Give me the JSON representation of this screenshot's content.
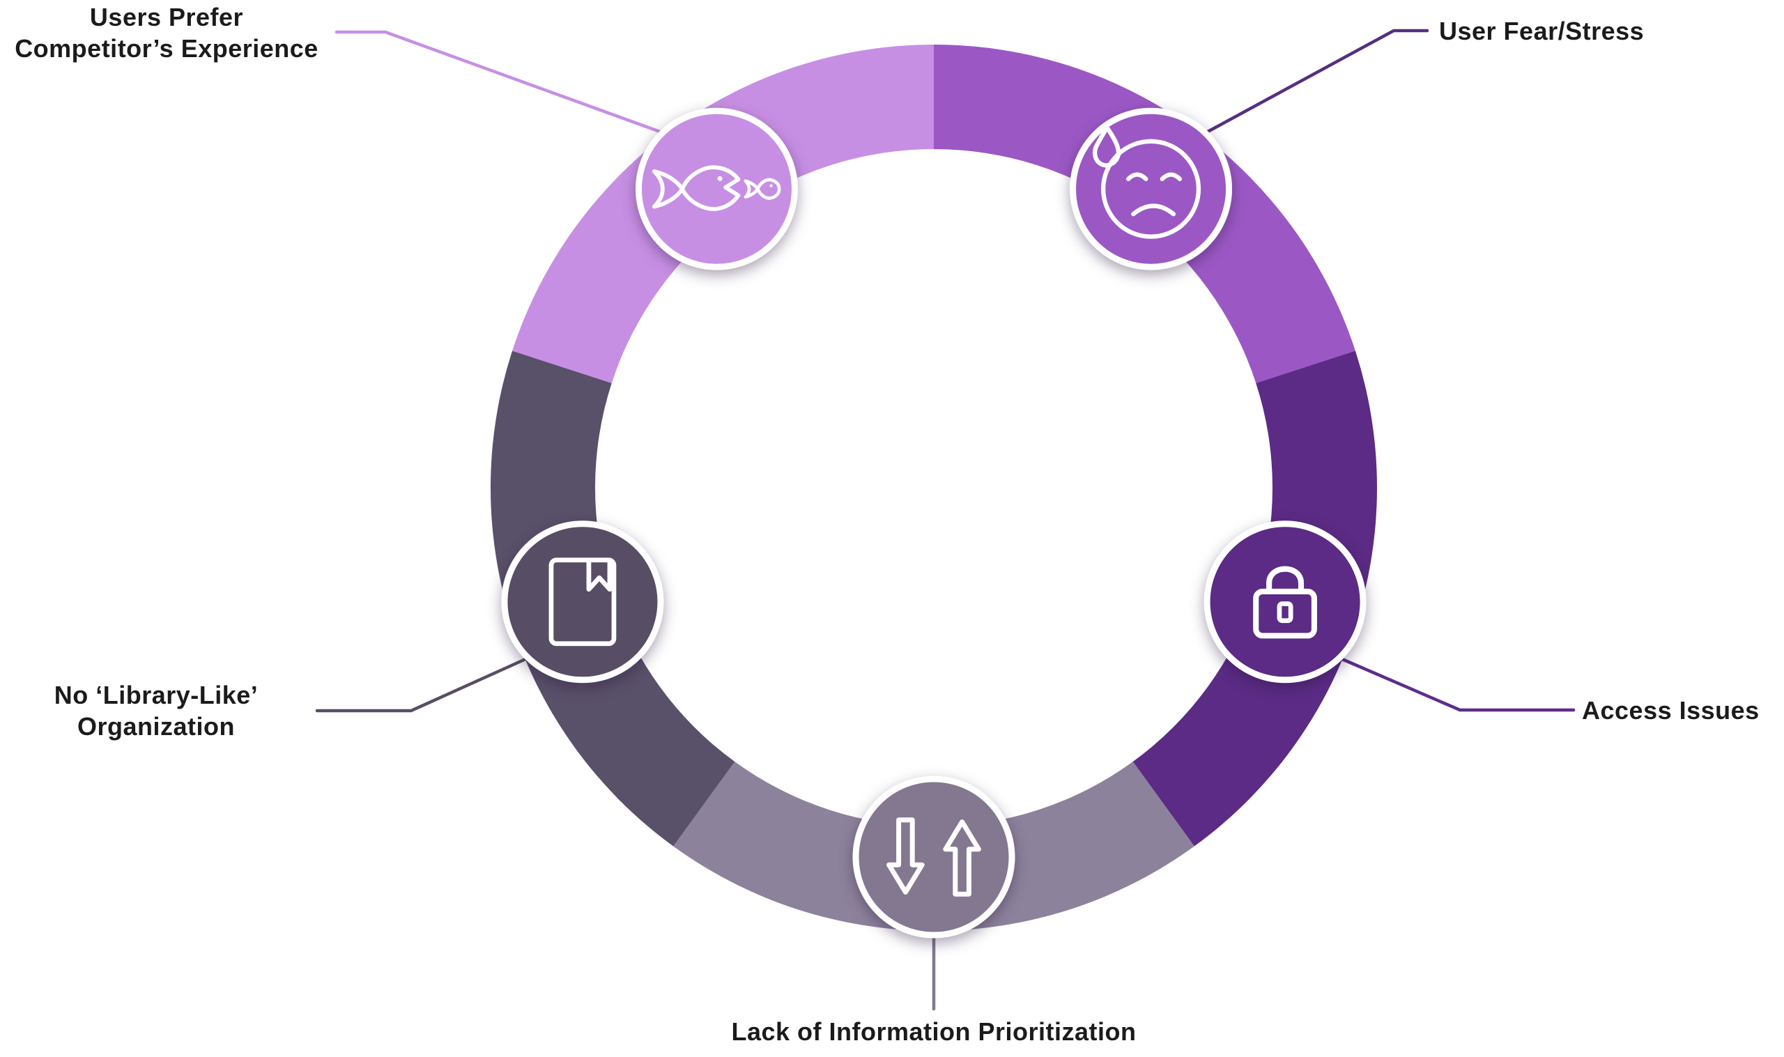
{
  "diagram": {
    "type": "cycle-5-segments",
    "background_color": "#ffffff",
    "text_color": "#1b1b1b",
    "segments": [
      {
        "id": "fear",
        "label_lines": [
          "User Fear/Stress"
        ],
        "icon": "worried-face-icon",
        "segment_color": "#9b58c5",
        "circle_color": "#9b58c5",
        "line_color": "#55307f"
      },
      {
        "id": "access",
        "label_lines": [
          "Access Issues"
        ],
        "icon": "lock-icon",
        "segment_color": "#5b2b85",
        "circle_color": "#5b2b85",
        "line_color": "#5e2d89"
      },
      {
        "id": "priority",
        "label_lines": [
          "Lack of Information Prioritization"
        ],
        "icon": "sort-arrows-icon",
        "segment_color": "#8d829b",
        "circle_color": "#837890",
        "line_color": "#837890"
      },
      {
        "id": "library",
        "label_lines": [
          "No ‘Library-Like’",
          "Organization"
        ],
        "icon": "book-bookmark-icon",
        "segment_color": "#595069",
        "circle_color": "#574d64",
        "line_color": "#574d64"
      },
      {
        "id": "competitor",
        "label_lines": [
          "Users Prefer",
          "Competitor’s Experience"
        ],
        "icon": "fish-chase-icon",
        "segment_color": "#c78fe4",
        "circle_color": "#c78fe4",
        "line_color": "#c78fe4"
      }
    ]
  }
}
